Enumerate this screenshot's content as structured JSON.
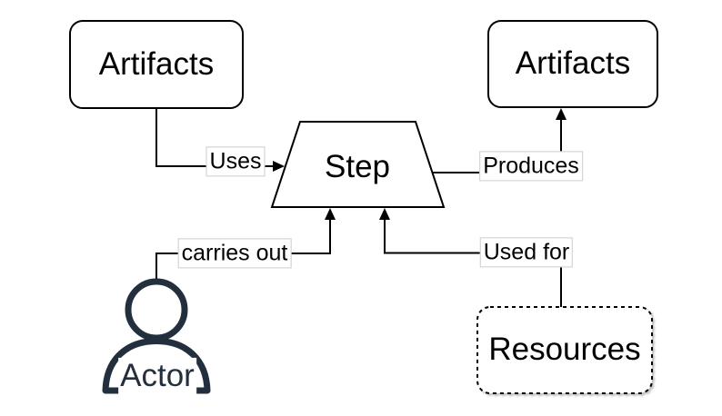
{
  "diagram": {
    "background": "#ffffff",
    "nodes": [
      {
        "id": "artifacts-left",
        "label": "Artifacts",
        "shape": "rounded-rectangle",
        "border": "solid"
      },
      {
        "id": "artifacts-right",
        "label": "Artifacts",
        "shape": "rounded-rectangle",
        "border": "solid"
      },
      {
        "id": "step",
        "label": "Step",
        "shape": "trapezoid",
        "border": "solid"
      },
      {
        "id": "actor",
        "label": "Actor",
        "shape": "person-figure",
        "border": "solid"
      },
      {
        "id": "resources",
        "label": "Resources",
        "shape": "rounded-rectangle",
        "border": "dashed"
      }
    ],
    "edges": [
      {
        "label": "Uses",
        "from": "artifacts-left",
        "to": "step"
      },
      {
        "label": "Produces",
        "from": "step",
        "to": "artifacts-right"
      },
      {
        "label": "carries out",
        "from": "actor",
        "to": "step"
      },
      {
        "label": "Used for",
        "from": "resources",
        "to": "step"
      }
    ],
    "colors": {
      "shape_stroke": "#000000",
      "shape_fill": "#ffffff",
      "actor_stroke": "#232F3D",
      "edge_stroke": "#000000",
      "edge_label_background": "#ffffff",
      "edge_label_border": "#cccccc",
      "text": "#000000"
    }
  }
}
